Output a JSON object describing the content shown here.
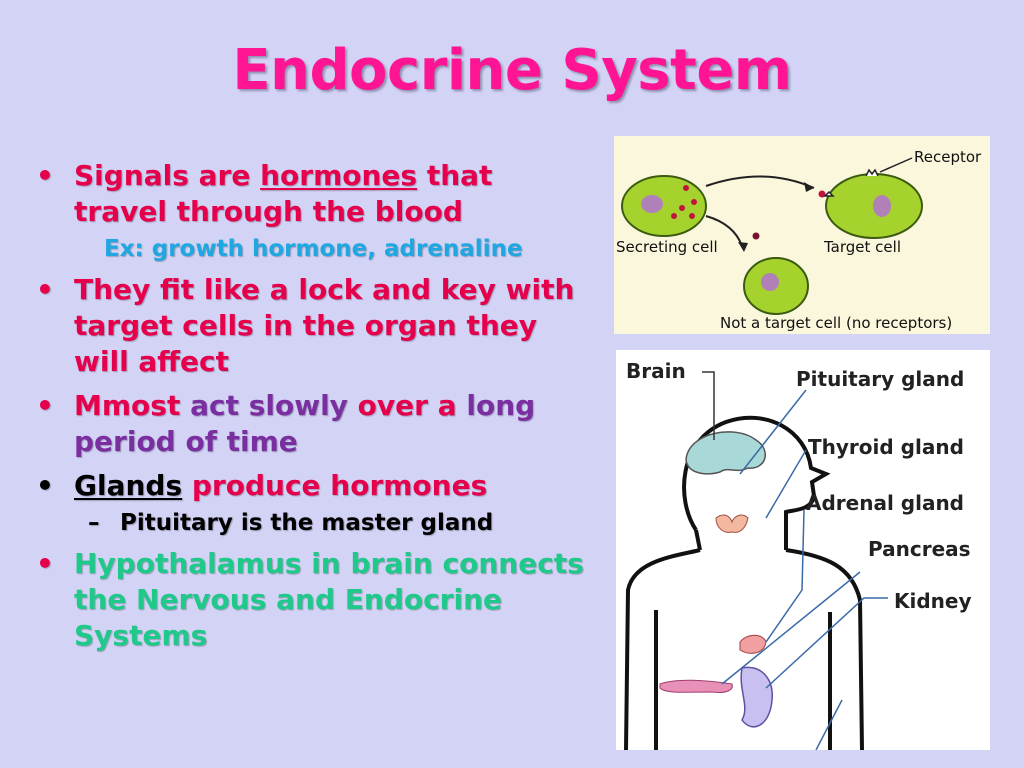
{
  "slide": {
    "title": "Endocrine System",
    "bullet1": {
      "pre": "Signals are ",
      "underlined": "hormones",
      "post": " that travel through the blood"
    },
    "bullet1_sub": "Ex: growth hormone, adrenaline",
    "bullet2": "They fit like a lock and key with target cells in the organ they will affect",
    "bullet3": {
      "a": "Mmost ",
      "b": "act slowly ",
      "c": "over a ",
      "d": "long period of time"
    },
    "bullet4": {
      "underlined": "Glands",
      "rest": " produce hormones"
    },
    "bullet4_sub": "Pituitary is the master gland",
    "bullet5": "Hypothalamus in brain connects the Nervous and Endocrine Systems",
    "bullet_glyph": "•",
    "dash_glyph": "–"
  },
  "cell_diagram": {
    "receptor": "Receptor",
    "secreting_cell": "Secreting cell",
    "target_cell": "Target cell",
    "not_target": "Not a target cell (no receptors)"
  },
  "body_diagram": {
    "brain": "Brain",
    "pituitary": "Pituitary gland",
    "thyroid": "Thyroid gland",
    "adrenal": "Adrenal gland",
    "pancreas": "Pancreas",
    "kidney": "Kidney"
  },
  "colors": {
    "background": "#d3d3f5",
    "title": "#ff1493",
    "red": "#e6004c",
    "cyan": "#1ea7e0",
    "purple": "#7a2ea0",
    "green": "#1fc98a",
    "cell_fill": "#a6d22e",
    "nucleus": "#b080b8"
  }
}
